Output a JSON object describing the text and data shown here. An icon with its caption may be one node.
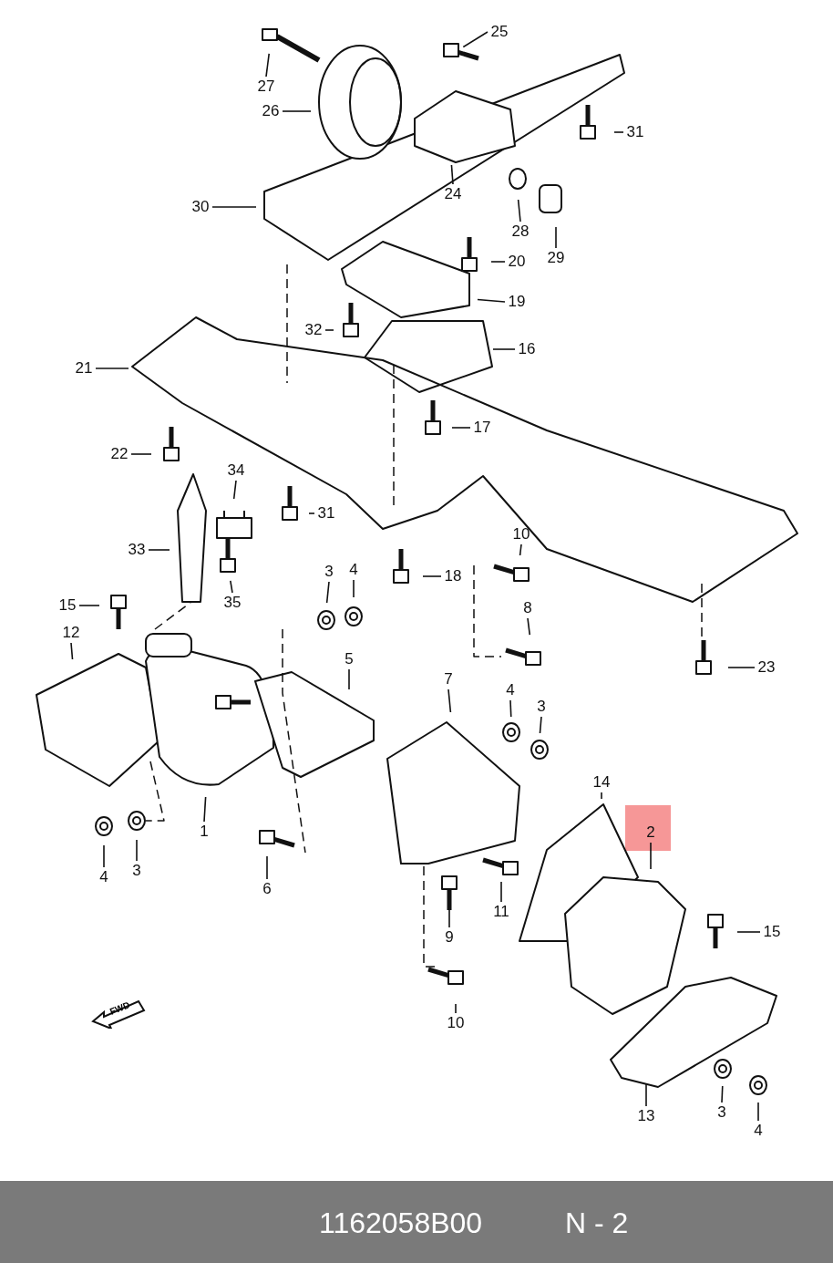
{
  "diagram": {
    "nodes": [
      {
        "text": [
          "25"
        ]
      },
      {
        "text": [
          "27"
        ]
      },
      {
        "text": [
          "26"
        ]
      },
      {
        "text": [
          "31"
        ]
      },
      {
        "text": [
          "24"
        ]
      },
      {
        "text": [
          "30"
        ]
      },
      {
        "text": [
          "28"
        ]
      },
      {
        "text": [
          "20"
        ]
      },
      {
        "text": [
          "29"
        ]
      },
      {
        "text": [
          "19"
        ]
      },
      {
        "text": [
          "32"
        ]
      },
      {
        "text": [
          "16"
        ]
      },
      {
        "text": [
          "21"
        ]
      },
      {
        "text": [
          "17"
        ]
      },
      {
        "text": [
          "22"
        ]
      },
      {
        "text": [
          "34"
        ]
      },
      {
        "text": [
          "31"
        ]
      },
      {
        "text": [
          "10"
        ]
      },
      {
        "text": [
          "33"
        ]
      },
      {
        "text": [
          "3"
        ]
      },
      {
        "text": [
          "4"
        ]
      },
      {
        "text": [
          "18"
        ]
      },
      {
        "text": [
          "15"
        ]
      },
      {
        "text": [
          "8"
        ]
      },
      {
        "text": [
          "12"
        ]
      },
      {
        "text": [
          "23"
        ]
      },
      {
        "text": [
          "5"
        ]
      },
      {
        "text": [
          "7"
        ]
      },
      {
        "text": [
          "4"
        ]
      },
      {
        "text": [
          "3"
        ]
      },
      {
        "text": [
          "35"
        ]
      },
      {
        "text": [
          "14"
        ]
      },
      {
        "text": [
          "1"
        ]
      },
      {
        "text": [
          "2"
        ]
      },
      {
        "text": [
          "4"
        ]
      },
      {
        "text": [
          "3"
        ]
      },
      {
        "text": [
          "6"
        ]
      },
      {
        "text": [
          "11"
        ]
      },
      {
        "text": [
          "9"
        ]
      },
      {
        "text": [
          "15"
        ]
      },
      {
        "text": [
          "10"
        ]
      },
      {
        "text": [
          "13"
        ]
      },
      {
        "text": [
          "3"
        ]
      },
      {
        "text": [
          "4"
        ]
      }
    ],
    "edges": [
      {
        "from": 0,
        "to": null,
        "arrow": "none"
      },
      {
        "from": 1,
        "to": null,
        "arrow": "none"
      },
      {
        "from": 2,
        "to": null,
        "arrow": "none"
      },
      {
        "from": 3,
        "to": null,
        "arrow": "none"
      },
      {
        "from": 4,
        "to": null,
        "arrow": "none"
      },
      {
        "from": 5,
        "to": null,
        "arrow": "none"
      },
      {
        "from": 6,
        "to": null,
        "arrow": "none"
      },
      {
        "from": 7,
        "to": null,
        "arrow": "none"
      },
      {
        "from": 8,
        "to": null,
        "arrow": "none"
      },
      {
        "from": 9,
        "to": null,
        "arrow": "none"
      },
      {
        "from": 10,
        "to": null,
        "arrow": "none"
      },
      {
        "from": 11,
        "to": null,
        "arrow": "none"
      },
      {
        "from": 12,
        "to": null,
        "arrow": "none"
      },
      {
        "from": 13,
        "to": null,
        "arrow": "none"
      },
      {
        "from": 14,
        "to": null,
        "arrow": "none"
      },
      {
        "from": 15,
        "to": null,
        "arrow": "none"
      },
      {
        "from": 16,
        "to": null,
        "arrow": "none"
      },
      {
        "from": 17,
        "to": null,
        "arrow": "none"
      },
      {
        "from": 18,
        "to": null,
        "arrow": "none"
      },
      {
        "from": 19,
        "to": null,
        "arrow": "none"
      },
      {
        "from": 20,
        "to": null,
        "arrow": "none"
      },
      {
        "from": 21,
        "to": null,
        "arrow": "none"
      },
      {
        "from": 22,
        "to": null,
        "arrow": "none"
      },
      {
        "from": 23,
        "to": null,
        "arrow": "none"
      },
      {
        "from": 24,
        "to": null,
        "arrow": "none"
      },
      {
        "from": 25,
        "to": null,
        "arrow": "none"
      },
      {
        "from": 26,
        "to": null,
        "arrow": "none"
      },
      {
        "from": 27,
        "to": null,
        "arrow": "none"
      },
      {
        "from": 28,
        "to": null,
        "arrow": "none"
      },
      {
        "from": 29,
        "to": null,
        "arrow": "none"
      },
      {
        "from": 30,
        "to": null,
        "arrow": "none"
      },
      {
        "from": 31,
        "to": null,
        "arrow": "none"
      },
      {
        "from": 32,
        "to": null,
        "arrow": "none"
      },
      {
        "from": 33,
        "to": null,
        "arrow": "none"
      },
      {
        "from": 34,
        "to": null,
        "arrow": "none"
      },
      {
        "from": 35,
        "to": null,
        "arrow": "none"
      },
      {
        "from": 36,
        "to": null,
        "arrow": "none"
      },
      {
        "from": 37,
        "to": null,
        "arrow": "none"
      },
      {
        "from": 38,
        "to": null,
        "arrow": "none"
      },
      {
        "from": 39,
        "to": null,
        "arrow": "none"
      },
      {
        "from": 40,
        "to": null,
        "arrow": "none"
      },
      {
        "from": 41,
        "to": null,
        "arrow": "none"
      },
      {
        "from": 42,
        "to": null,
        "arrow": "none"
      },
      {
        "from": 43,
        "to": null,
        "arrow": "none"
      }
    ],
    "labels": [
      "FWD",
      "1162058B00",
      "N - 2"
    ]
  }
}
